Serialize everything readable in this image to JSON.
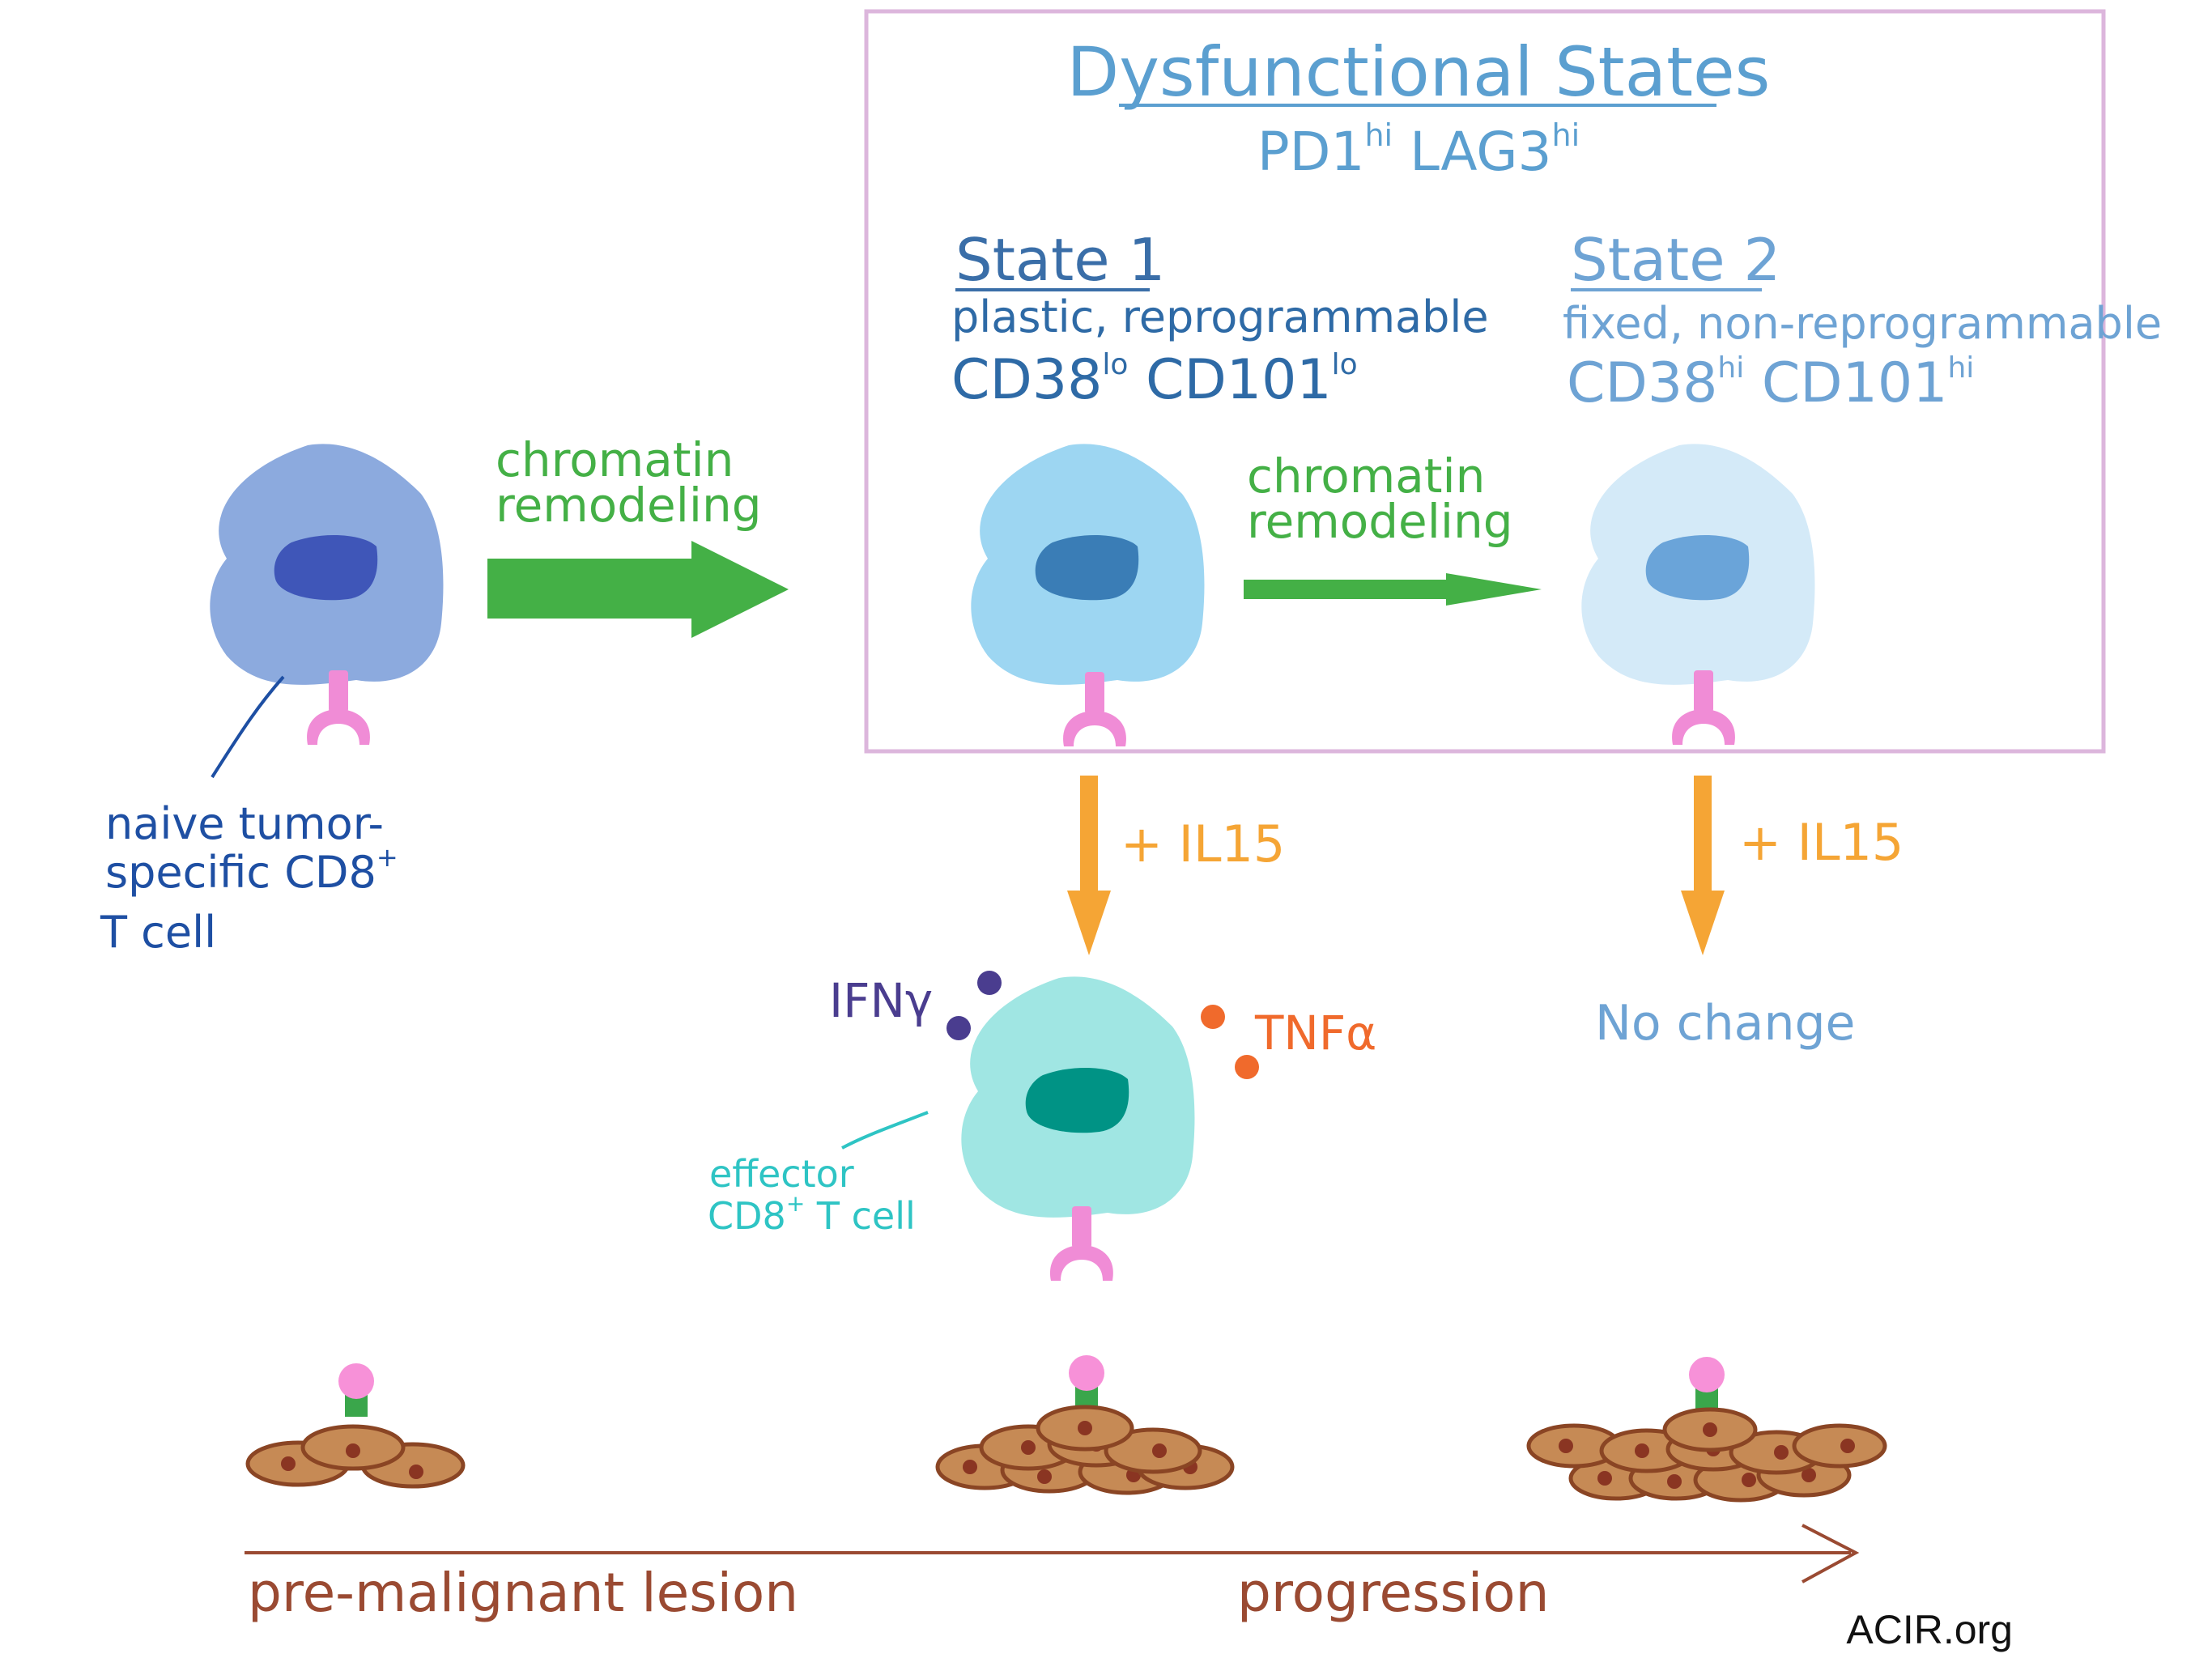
{
  "box": {
    "title": "Dysfunctional States",
    "subtitle_a": "PD1",
    "subtitle_a_sup": "hi",
    "subtitle_b": "LAG3",
    "subtitle_b_sup": "hi"
  },
  "state1": {
    "title": "State 1",
    "desc": "plastic, reprogrammable",
    "marker_a": "CD38",
    "marker_a_sup": "lo",
    "marker_b": "CD101",
    "marker_b_sup": "lo"
  },
  "state2": {
    "title": "State 2",
    "desc": "fixed, non-reprogrammable",
    "marker_a": "CD38",
    "marker_a_sup": "hi",
    "marker_b": "CD101",
    "marker_b_sup": "hi"
  },
  "arrow1": {
    "line1": "chromatin",
    "line2": "remodeling"
  },
  "arrow2": {
    "line1": "chromatin",
    "line2": "remodeling"
  },
  "naive_label": {
    "line1": "naive tumor-",
    "line2": "specific CD8",
    "line2_sup": "+",
    "line3": "T cell"
  },
  "il15_left": "+ IL15",
  "il15_right": "+ IL15",
  "no_change": "No change",
  "ifn_label": "IFNγ",
  "tnf_label": "TNFα",
  "effector_label": {
    "line1": "effector",
    "line2": "CD8",
    "line2_sup": "+",
    "line2_rest": "T cell"
  },
  "axis": {
    "left_label": "pre-malignant lesion",
    "right_label": "progression"
  },
  "credit": "ACIR.org",
  "colors": {
    "box_border": "#dcb6dc",
    "green": "#44b046",
    "orange": "#f5a535",
    "dark_blue": "#1e4fa3",
    "mid_blue": "#3a78b5",
    "light_blue": "#6ea3d4",
    "teal_text": "#2ec4c4",
    "purple": "#4a3d8f",
    "red_orange": "#f06a2c",
    "brown": "#9a4a32",
    "receptor_pink": "#f08cd6",
    "naive_body": "#8caade",
    "naive_nucleus": "#3f56b8",
    "state1_body": "#9dd6f2",
    "state1_nucleus": "#3a7db6",
    "state2_body": "#d4eaf8",
    "state2_nucleus": "#6aa4d9",
    "effector_body": "#a0e6e3",
    "effector_nucleus": "#009385",
    "tumor_fill": "#c68a55",
    "tumor_stroke": "#8a4524",
    "tumor_dot": "#8a3522",
    "antigen_pink": "#f791d8",
    "antigen_green": "#3aa64b"
  }
}
